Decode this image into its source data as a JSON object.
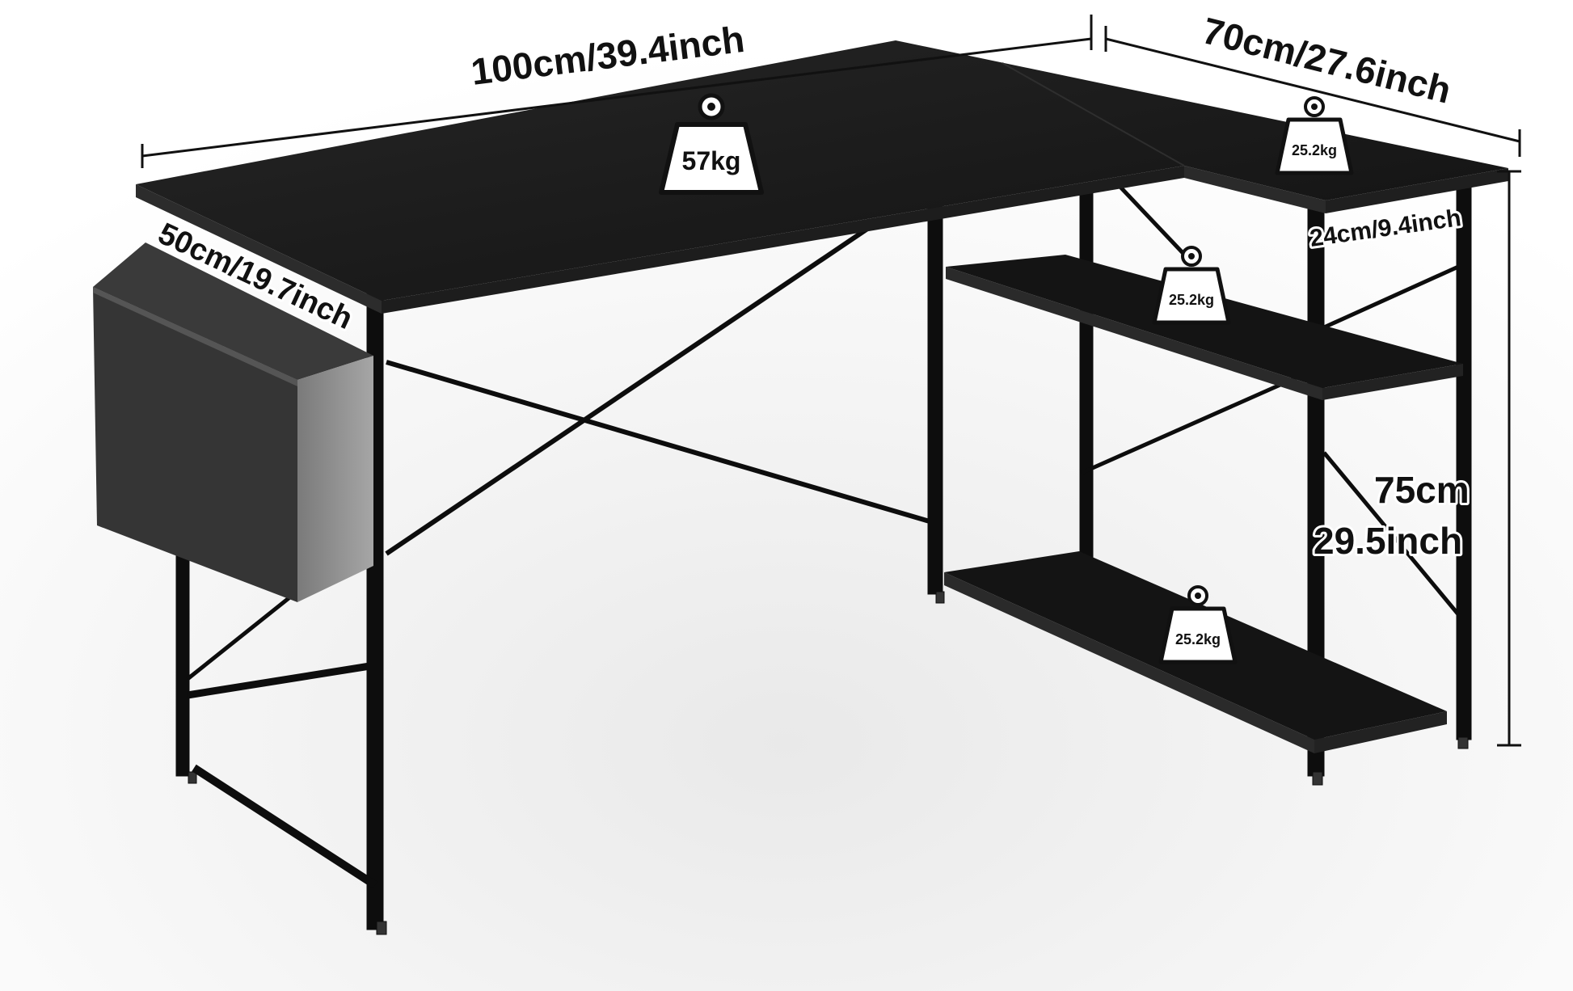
{
  "dimensions": {
    "width": "100cm/39.4inch",
    "depth": "70cm/27.6inch",
    "desk_depth": "50cm/19.7inch",
    "shelf_depth": "24cm/9.4inch",
    "height_cm": "75cm",
    "height_inch": "29.5inch"
  },
  "weights": {
    "desktop": "57kg",
    "shelf_top": "25.2kg",
    "shelf_middle": "25.2kg",
    "shelf_bottom": "25.2kg"
  },
  "colors": {
    "desk_top": "#161616",
    "frame": "#0d0d0d",
    "bag": "#3a3a3a",
    "bag_side": "#8c8c8c",
    "floor": "#ededed"
  },
  "icons": [
    "weight-icon"
  ]
}
